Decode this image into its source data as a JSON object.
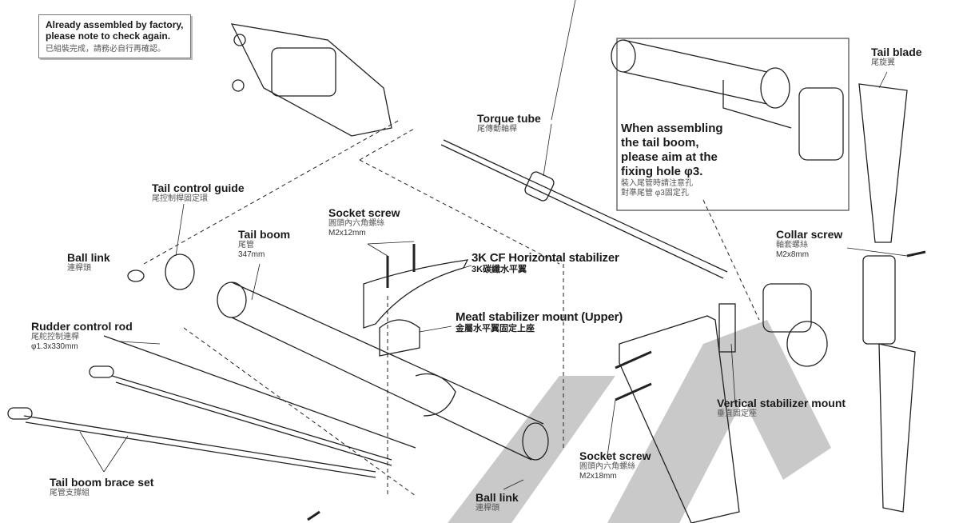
{
  "notes": {
    "factory": {
      "en1": "Already assembled by factory,",
      "en2": "please note to check again.",
      "zh": "已組裝完成，請務必自行再確認。"
    },
    "boom": {
      "en1": "When assembling",
      "en2": "the tail boom,",
      "en3": "please aim at the",
      "en4": "fixing hole φ3.",
      "zh1": "裝入尾管時請注意孔",
      "zh2": "對準尾管 φ3固定孔"
    }
  },
  "labels": {
    "tail_blade": {
      "en": "Tail blade",
      "zh": "尾旋翼"
    },
    "torque_tube": {
      "en": "Torque tube",
      "zh": "尾傳動軸桿"
    },
    "tail_control_guide": {
      "en": "Tail control guide",
      "zh": "尾控制桿固定環"
    },
    "socket_screw_12": {
      "en": "Socket screw",
      "zh": "圓頭內六角螺絲",
      "spec": "M2x12mm"
    },
    "tail_boom": {
      "en": "Tail boom",
      "zh": "尾管",
      "spec": "347mm"
    },
    "ball_link_1": {
      "en": "Ball link",
      "zh": "連桿頭"
    },
    "horizontal_stabilizer": {
      "en": "3K CF Horizontal stabilizer",
      "zh": "3K碳纖水平翼"
    },
    "stabilizer_mount": {
      "en": "Meatl stabilizer mount (Upper)",
      "zh": "金屬水平翼固定上座"
    },
    "collar_screw": {
      "en": "Collar screw",
      "zh": "軸套螺絲",
      "spec": "M2x8mm"
    },
    "rudder_rod": {
      "en": "Rudder control rod",
      "zh": "尾舵控制連桿",
      "spec": "φ1.3x330mm"
    },
    "vertical_mount": {
      "en": "Vertical stabilizer mount",
      "zh": "垂直固定座"
    },
    "socket_screw_18": {
      "en": "Socket screw",
      "zh": "圓頭內六角螺絲",
      "spec": "M2x18mm"
    },
    "brace_set": {
      "en": "Tail boom brace set",
      "zh": "尾管支撐組"
    },
    "ball_link_2": {
      "en": "Ball link",
      "zh": "連桿頭"
    }
  }
}
